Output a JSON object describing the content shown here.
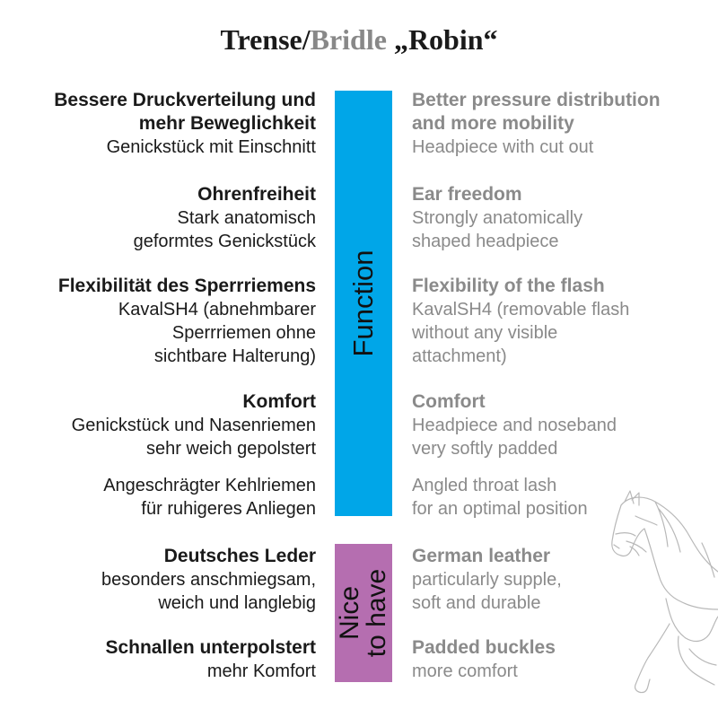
{
  "title": {
    "de": "Trense/",
    "en": "Bridle",
    "name": " „Robin“"
  },
  "bars": {
    "function": "Function",
    "nice_1": "Nice",
    "nice_2": "to have"
  },
  "features": [
    {
      "de_heading": [
        "Bessere Druckverteilung und",
        "mehr Beweglichkeit"
      ],
      "de_text": [
        "Genickstück mit Einschnitt"
      ],
      "en_heading": [
        "Better pressure distribution",
        "and more mobility"
      ],
      "en_text": [
        "Headpiece with cut out"
      ]
    },
    {
      "de_heading": [
        "Ohrenfreiheit"
      ],
      "de_text": [
        "Stark anatomisch",
        "geformtes Genickstück"
      ],
      "en_heading": [
        "Ear freedom"
      ],
      "en_text": [
        "Strongly anatomically",
        "shaped headpiece"
      ]
    },
    {
      "de_heading": [
        "Flexibilität des Sperrriemens"
      ],
      "de_text": [
        "KavalSH4 (abnehmbarer",
        "Sperrriemen ohne",
        "sichtbare Halterung)"
      ],
      "en_heading": [
        "Flexibility of the flash"
      ],
      "en_text": [
        "KavalSH4 (removable flash",
        "without any visible",
        "attachment)"
      ]
    },
    {
      "de_heading": [
        "Komfort"
      ],
      "de_text": [
        "Genickstück und Nasenriemen",
        "sehr weich gepolstert"
      ],
      "en_heading": [
        "Comfort"
      ],
      "en_text": [
        "Headpiece and noseband",
        "very softly padded"
      ]
    },
    {
      "de_heading": [],
      "de_text": [
        "Angeschrägter Kehlriemen",
        "für ruhigeres Anliegen"
      ],
      "en_heading": [],
      "en_text": [
        "Angled throat lash",
        "for an optimal position"
      ]
    },
    {
      "de_heading": [
        "Deutsches Leder"
      ],
      "de_text": [
        "besonders anschmiegsam,",
        "weich und langlebig"
      ],
      "en_heading": [
        "German leather"
      ],
      "en_text": [
        "particularly supple,",
        "soft and durable"
      ]
    },
    {
      "de_heading": [
        "Schnallen unterpolstert"
      ],
      "de_text": [
        "mehr Komfort"
      ],
      "en_heading": [
        "Padded buckles"
      ],
      "en_text": [
        "more comfort"
      ]
    }
  ]
}
